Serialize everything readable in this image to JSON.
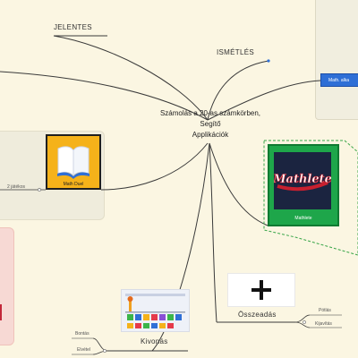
{
  "center": {
    "line1": "Számolás a 20-as számkörben,",
    "line2": "Segítő",
    "line3": "Applikációk"
  },
  "branches": {
    "jelenetes": "JELENTES",
    "ismetles": "ISMÉTLÉS",
    "osszeadas": "Összeadás",
    "kivonas": "Kivonás"
  },
  "nodes": {
    "math_duel_label": "Math Duel",
    "mathlete_label": "Mathlete",
    "mathlete_logo": "Mathlete",
    "right_chip_label": "Math. alka",
    "left_small_label": "2 játékos",
    "osszeadas_sub1": "Pótlás",
    "osszeadas_sub2": "Kijavítás",
    "kivonas_sub1": "Bontás",
    "kivonas_sub2": "Elvétel",
    "plus_symbol": "+"
  },
  "colors": {
    "background": "#fbf6e2",
    "connector": "#3a3a3a",
    "blue_accent": "#2f6fd6",
    "mathlete_green": "#1ea64a",
    "math_duel_yellow": "#f5b21a"
  },
  "icons": {
    "book": "book-icon",
    "plus": "plus-icon",
    "logo": "mathlete-logo"
  }
}
